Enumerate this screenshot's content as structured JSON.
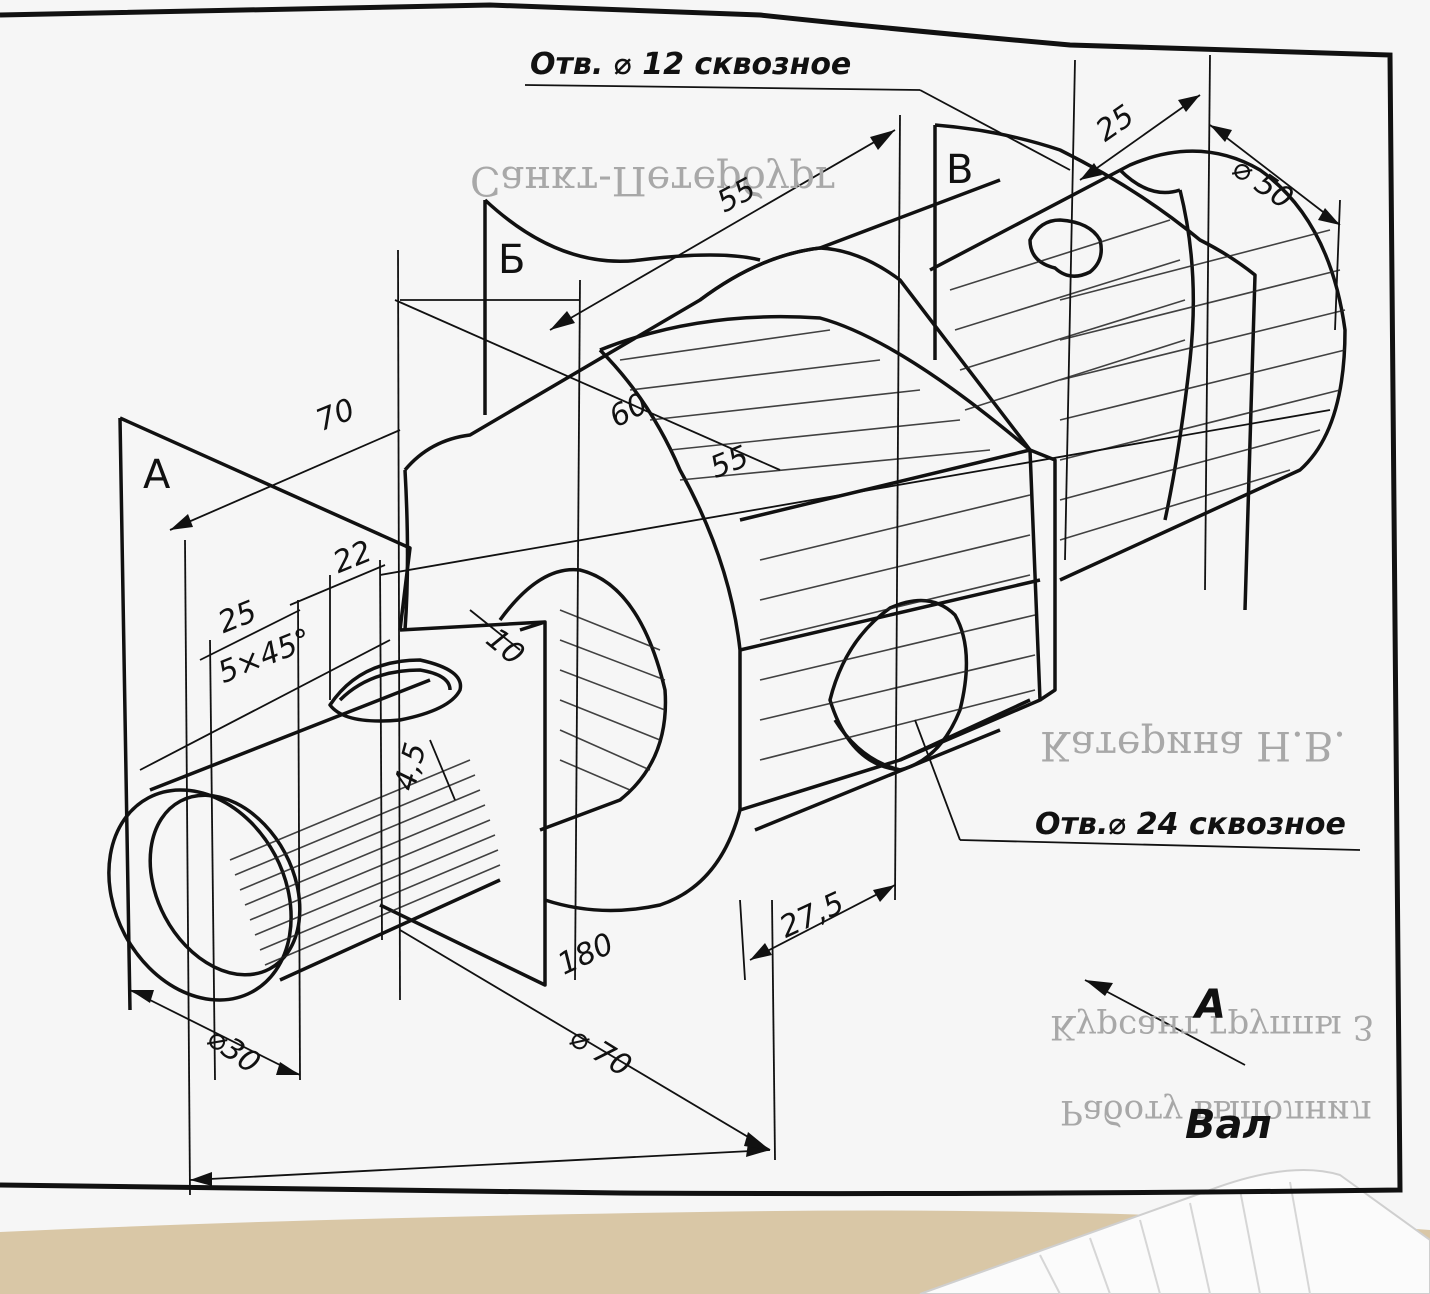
{
  "drawing": {
    "title": "Вал",
    "view_arrow_label": "A",
    "planes": {
      "a": "A",
      "b": "Б",
      "v": "В"
    },
    "notes": {
      "hole_12": "Отв. ⌀ 12 сквозное",
      "hole_24": "Отв.⌀ 24 сквозное"
    },
    "dimensions": {
      "d55_top": "55",
      "d25_top": "25",
      "d50": "⌀ 50",
      "d70_left": "70",
      "d60": "60",
      "d55_mid": "55",
      "d22": "22",
      "d25_left": "25",
      "chamfer": "5×45°",
      "d10": "10",
      "d45": "4,5",
      "d30": "⌀30",
      "d180": "180",
      "d70_dia": "⌀ 70",
      "d27_5": "27,5"
    }
  },
  "show_through": {
    "text_1": "Санкт-Петербург",
    "text_2": "Катерина Н.В.",
    "text_3": "Курсант группы 3",
    "text_4": "Работу выполнил"
  },
  "colors": {
    "paper": "#f8f8f8",
    "ink": "#111111",
    "table": "#d9c7a6"
  }
}
